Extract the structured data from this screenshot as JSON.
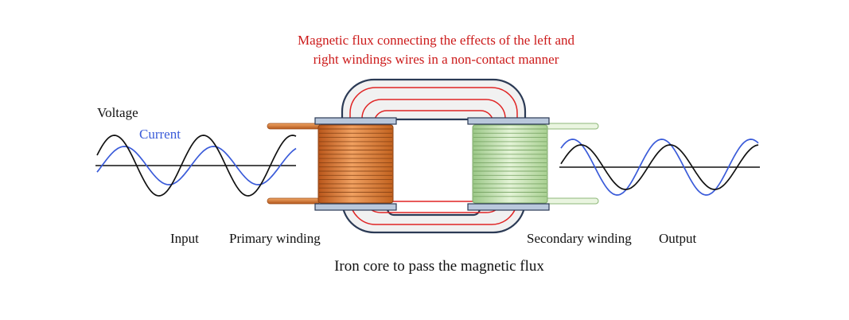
{
  "title": {
    "line1": "Magnetic flux connecting the effects of the left and",
    "line2": "right windings wires in a non-contact manner"
  },
  "labels": {
    "voltage": "Voltage",
    "current": "Current",
    "input": "Input",
    "primary_winding": "Primary winding",
    "secondary_winding": "Secondary winding",
    "output": "Output",
    "core": "Iron core to pass the magnetic flux"
  },
  "colors": {
    "title": "#cc1a1a",
    "voltage": "#111111",
    "current": "#3a5bd9",
    "flux": "#e02424",
    "core_fill": "#f1f1f1",
    "core_edge": "#2b3a55",
    "primary_coil": "#d9762b",
    "secondary_coil": "#b8d9a2",
    "plate": "#b9c8dc"
  },
  "icons": {
    "core": "iron-core-shape",
    "primary": "copper-coil",
    "secondary": "green-coil",
    "waves": "sine-wave-pair"
  }
}
